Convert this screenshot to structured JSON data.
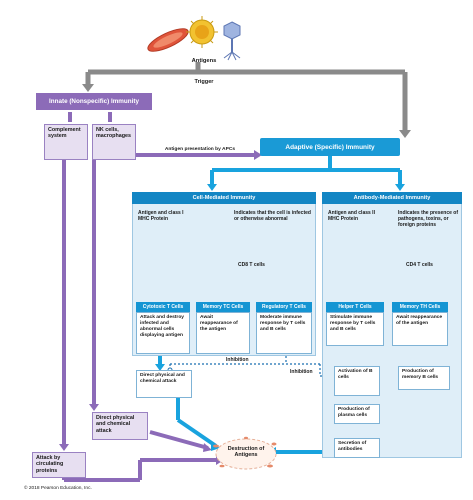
{
  "top": {
    "antigens_label": "Antigens",
    "trigger_label": "Trigger"
  },
  "innate": {
    "header": "Innate (Nonspecific) Immunity",
    "complement": "Complement system",
    "nk_cells": "NK cells, macrophages",
    "direct_attack": "Direct physical and chemical attack",
    "attack_proteins": "Attack by circulating proteins"
  },
  "adaptive": {
    "header": "Adaptive (Specific) Immunity",
    "antigen_presentation": "Antigen presentation by APCs"
  },
  "cell_mediated": {
    "title": "Cell-Mediated Immunity",
    "antigen_text": "Antigen and class I MHC Protein",
    "indicates_text": "Indicates that the cell is infected or otherwise abnormal",
    "cd8_label": "CD8 T cells",
    "cytotoxic_header": "Cytotoxic T Cells",
    "cytotoxic_body": "Attack and destroy infected and abnormal cells displaying antigen",
    "memory_header": "Memory TC Cells",
    "memory_body": "Await reappearance of the antigen",
    "regulatory_header": "Regulatory T Cells",
    "regulatory_body": "Moderate immune response by T cells and B cells",
    "direct_attack": "Direct physical and chemical attack",
    "inhibition": "Inhibition"
  },
  "antibody_mediated": {
    "title": "Antibody-Mediated Immunity",
    "antigen_text": "Antigen and class II MHC Protein",
    "indicates_text": "Indicates the presence of pathogens, toxins, or foreign proteins",
    "cd4_label": "CD4 T cells",
    "helper_header": "Helper T Cells",
    "helper_body": "Stimulate immune response by T cells and B cells",
    "memory_header": "Memory TH Cells",
    "memory_body": "Await reappearance of the antigen",
    "inhibition": "Inhibition",
    "activation": "Activation of B cells",
    "production_memory": "Production of memory B cells",
    "production_plasma": "Production of plasma cells",
    "secretion": "Secretion of antibodies"
  },
  "destruction": "Destruction of Antigens",
  "copyright": "© 2018 Pearson Education, Inc.",
  "colors": {
    "purple": "#8c6bb8",
    "blue": "#1a9ad6",
    "arrow_blue": "#19a3de",
    "panel_blue": "#dfeef8",
    "grey_arrow": "#8a8a8a"
  }
}
